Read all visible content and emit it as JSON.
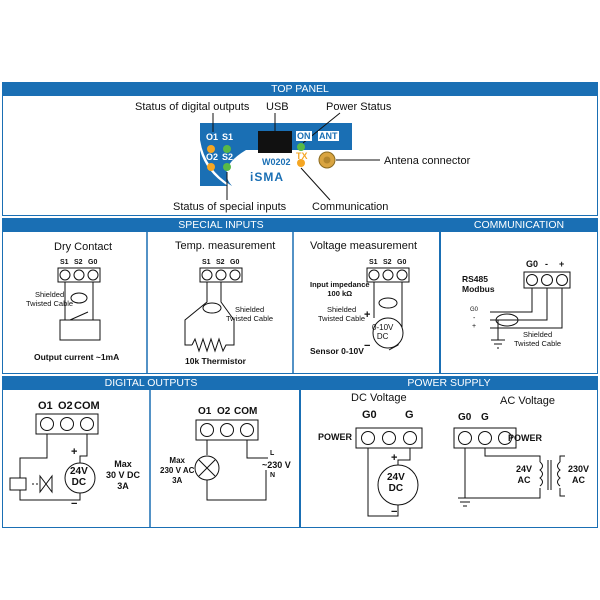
{
  "top_panel": {
    "header": "TOP PANEL",
    "label_digital_outputs_status": "Status of digital outputs",
    "label_usb": "USB",
    "label_power_status": "Power Status",
    "label_antenna": "Antena connector",
    "label_special_inputs_status": "Status of special inputs",
    "label_communication": "Communication",
    "device": {
      "led_o1": "O1",
      "led_s1": "S1",
      "led_o2": "O2",
      "led_s2": "S2",
      "led_on": "ON",
      "led_tx": "TX",
      "ant": "ANT",
      "model": "W0202",
      "brand": "iSMA"
    }
  },
  "special_inputs": {
    "header": "SPECIAL INPUTS",
    "dry_contact": {
      "title": "Dry Contact",
      "s1": "S1",
      "s2": "S2",
      "g0": "G0",
      "cable": "Shielded\nTwisted Cable",
      "note": "Output current ~1mA"
    },
    "temp": {
      "title": "Temp. measurement",
      "s1": "S1",
      "s2": "S2",
      "g0": "G0",
      "cable": "Shielded\nTwisted Cable",
      "note": "10k Thermistor"
    },
    "voltage": {
      "title": "Voltage measurement",
      "s1": "S1",
      "s2": "S2",
      "g0": "G0",
      "impedance": "Input impedance\n100 kΩ",
      "cable": "Shielded\nTwisted Cable",
      "source": "0-10V\nDC",
      "note": "Sensor 0-10V",
      "plus": "+",
      "minus": "−"
    }
  },
  "communication": {
    "header": "COMMUNICATION",
    "g0": "G0",
    "minus": "-",
    "plus": "+",
    "rs485": "RS485\nModbus",
    "w_g0": "G0",
    "w_minus": "-",
    "w_plus": "+",
    "cable": "Shielded\nTwisted Cable"
  },
  "digital_outputs": {
    "header": "DIGITAL OUTPUTS",
    "dc": {
      "o1": "O1",
      "o2": "O2",
      "com": "COM",
      "source": "24V\nDC",
      "rating": "Max\n30 V DC\n3A",
      "plus": "+",
      "minus": "−"
    },
    "ac": {
      "o1": "O1",
      "o2": "O2",
      "com": "COM",
      "rating": "Max\n230 V AC\n3A",
      "l": "L",
      "n": "N",
      "supply": "~230 V"
    }
  },
  "power_supply": {
    "header": "POWER SUPPLY",
    "dc": {
      "title": "DC Voltage",
      "g0": "G0",
      "g": "G",
      "power": "POWER",
      "source": "24V\nDC",
      "plus": "+",
      "minus": "−"
    },
    "ac": {
      "title": "AC Voltage",
      "g0": "G0",
      "g": "G",
      "power": "POWER",
      "secondary": "24V\nAC",
      "primary": "230V\nAC"
    }
  },
  "colors": {
    "accent": "#1a6fb4",
    "led_orange": "#f5a623",
    "led_green": "#58b947",
    "device_blue": "#1a6fb4"
  }
}
